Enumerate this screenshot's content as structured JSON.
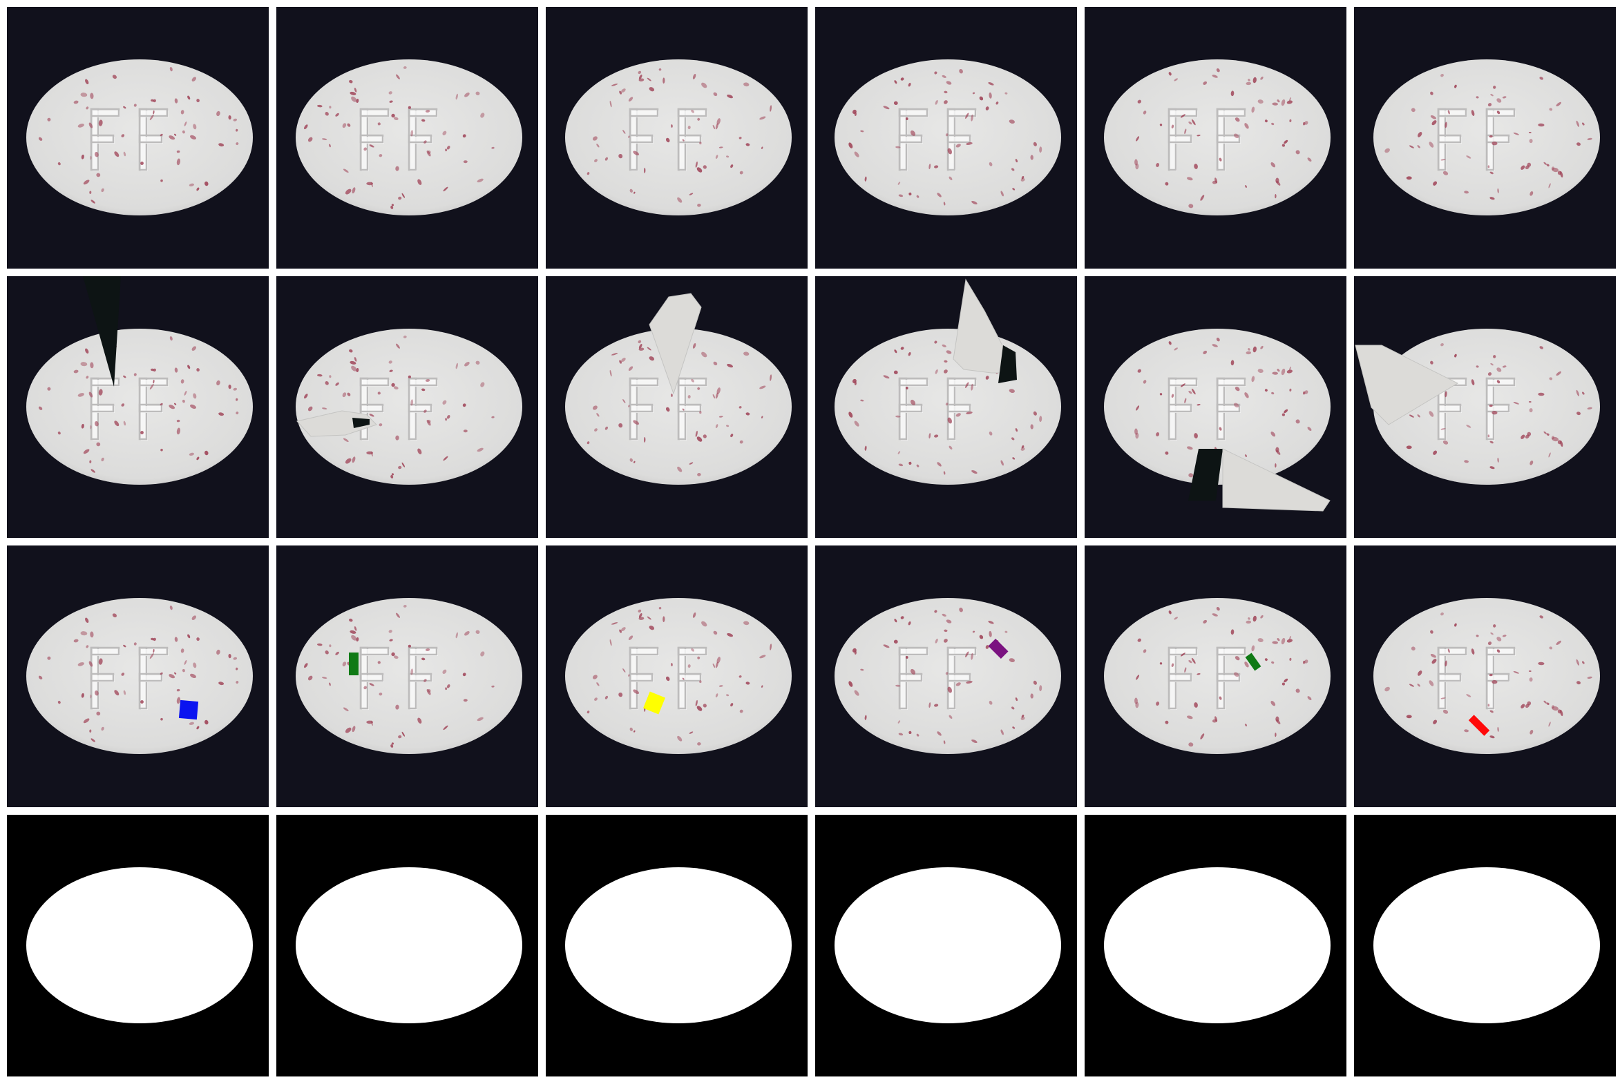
{
  "palette": {
    "background": "#ffffff",
    "cell_dark": "#11111c",
    "pill": "#e7e7e6",
    "pill_shadow": "#c9c8c8",
    "speck": "#a04458",
    "emboss_dark": "#bdbcbc",
    "emboss_light": "#fafafa",
    "mask_bg": "#000000",
    "mask_fg": "#ffffff"
  },
  "grid": {
    "rows": [
      {
        "kind": "good",
        "cells": [
          {
            "seed": 1,
            "defect": null
          },
          {
            "seed": 2,
            "defect": null
          },
          {
            "seed": 3,
            "defect": null
          },
          {
            "seed": 4,
            "defect": null
          },
          {
            "seed": 5,
            "defect": null
          },
          {
            "seed": 6,
            "defect": null
          }
        ]
      },
      {
        "kind": "cut-paste",
        "cells": [
          {
            "seed": 1,
            "defect": "dark-wedge"
          },
          {
            "seed": 2,
            "defect": "light-flap"
          },
          {
            "seed": 3,
            "defect": "light-shard"
          },
          {
            "seed": 4,
            "defect": "light-shard-dark"
          },
          {
            "seed": 5,
            "defect": "dark-light-strip"
          },
          {
            "seed": 6,
            "defect": "light-flap-large"
          }
        ]
      },
      {
        "kind": "color-patch",
        "cells": [
          {
            "seed": 1,
            "defect": "patch",
            "color": "#0a14f0"
          },
          {
            "seed": 2,
            "defect": "patch",
            "color": "#0f7a15"
          },
          {
            "seed": 3,
            "defect": "patch",
            "color": "#ffff00"
          },
          {
            "seed": 4,
            "defect": "patch",
            "color": "#7a1280"
          },
          {
            "seed": 5,
            "defect": "patch",
            "color": "#0f7a15"
          },
          {
            "seed": 6,
            "defect": "patch",
            "color": "#ff0a0a"
          }
        ]
      },
      {
        "kind": "mask",
        "cells": [
          {
            "seed": 1,
            "defect": null
          },
          {
            "seed": 2,
            "defect": null
          },
          {
            "seed": 3,
            "defect": null
          },
          {
            "seed": 4,
            "defect": null
          },
          {
            "seed": 5,
            "defect": null
          },
          {
            "seed": 6,
            "defect": null
          }
        ]
      }
    ]
  }
}
